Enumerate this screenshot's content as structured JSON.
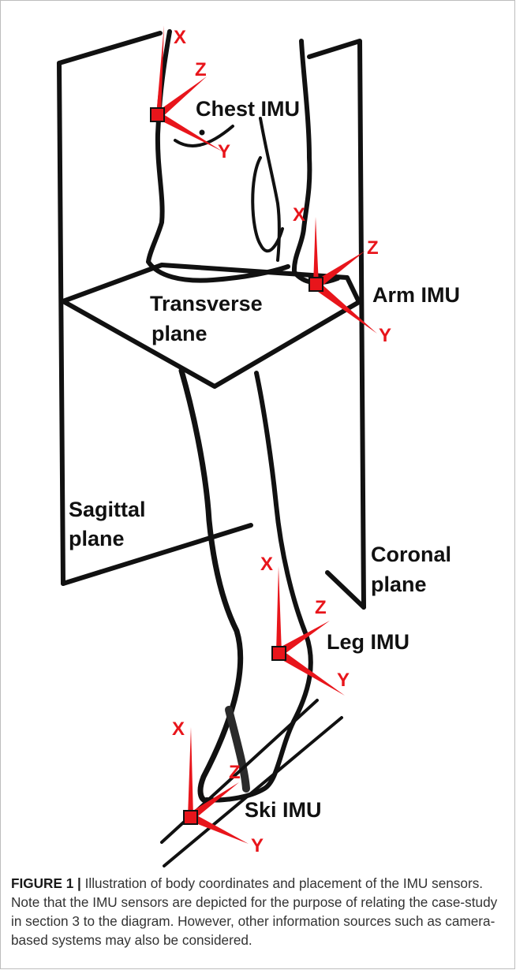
{
  "figure": {
    "planes": {
      "transverse": [
        "Transverse",
        "plane"
      ],
      "sagittal": [
        "Sagittal",
        "plane"
      ],
      "coronal": [
        "Coronal",
        "plane"
      ]
    },
    "sensors": [
      {
        "id": "chest",
        "label": "Chest IMU"
      },
      {
        "id": "arm",
        "label": "Arm IMU"
      },
      {
        "id": "leg",
        "label": "Leg IMU"
      },
      {
        "id": "ski",
        "label": "Ski IMU"
      }
    ],
    "axes": {
      "x": "X",
      "y": "Y",
      "z": "Z"
    },
    "colors": {
      "axis": "#e8151b",
      "sensor_fill": "#e8151b",
      "outline": "#111111",
      "leg_shadow": "#2a2a2a"
    }
  },
  "caption": {
    "label": "FIGURE 1 |",
    "text": " Illustration of body coordinates and placement of the IMU sensors. Note that the IMU sensors are depicted for the purpose of relating the case-study in section 3 to the diagram. However, other information sources such as camera-based systems may also be considered."
  }
}
